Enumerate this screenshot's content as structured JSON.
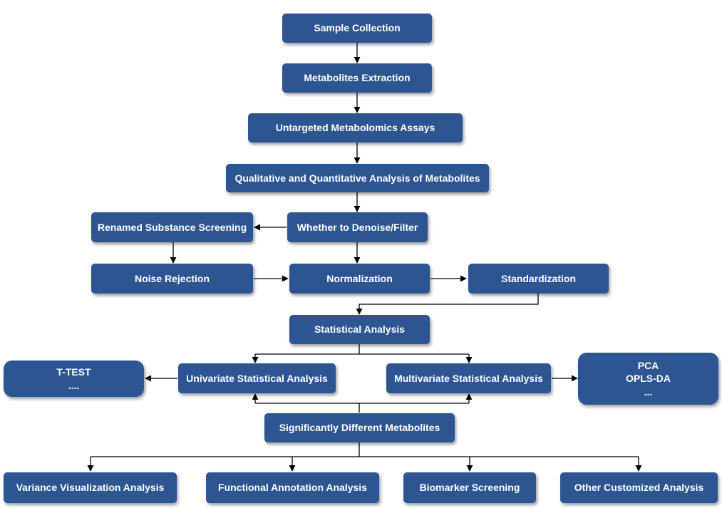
{
  "nodes": {
    "sample_collection": "Sample Collection",
    "metabolites_extraction": "Metabolites Extraction",
    "untargeted_assays": "Untargeted Metabolomics Assays",
    "qual_quant_analysis": "Qualitative and Quantitative Analysis of Metabolites",
    "denoise_filter": "Whether to Denoise/Filter",
    "renamed_screening": "Renamed Substance Screening",
    "noise_rejection": "Noise Rejection",
    "normalization": "Normalization",
    "standardization": "Standardization",
    "statistical_analysis": "Statistical Analysis",
    "univariate": "Univariate Statistical Analysis",
    "multivariate": "Multivariate Statistical Analysis",
    "ttest_lines": [
      "T-TEST",
      "...."
    ],
    "pca_lines": [
      "PCA",
      "OPLS-DA",
      "..."
    ],
    "significant_metabolites": "Significantly Different Metabolites",
    "variance_visualization": "Variance Visualization Analysis",
    "functional_annotation": "Functional  Annotation Analysis",
    "biomarker_screening": "Biomarker Screening",
    "other_customized": "Other Customized Analysis"
  },
  "colors": {
    "box_fill": "#2c5591",
    "box_text": "#ffffff",
    "connector": "#000000"
  }
}
